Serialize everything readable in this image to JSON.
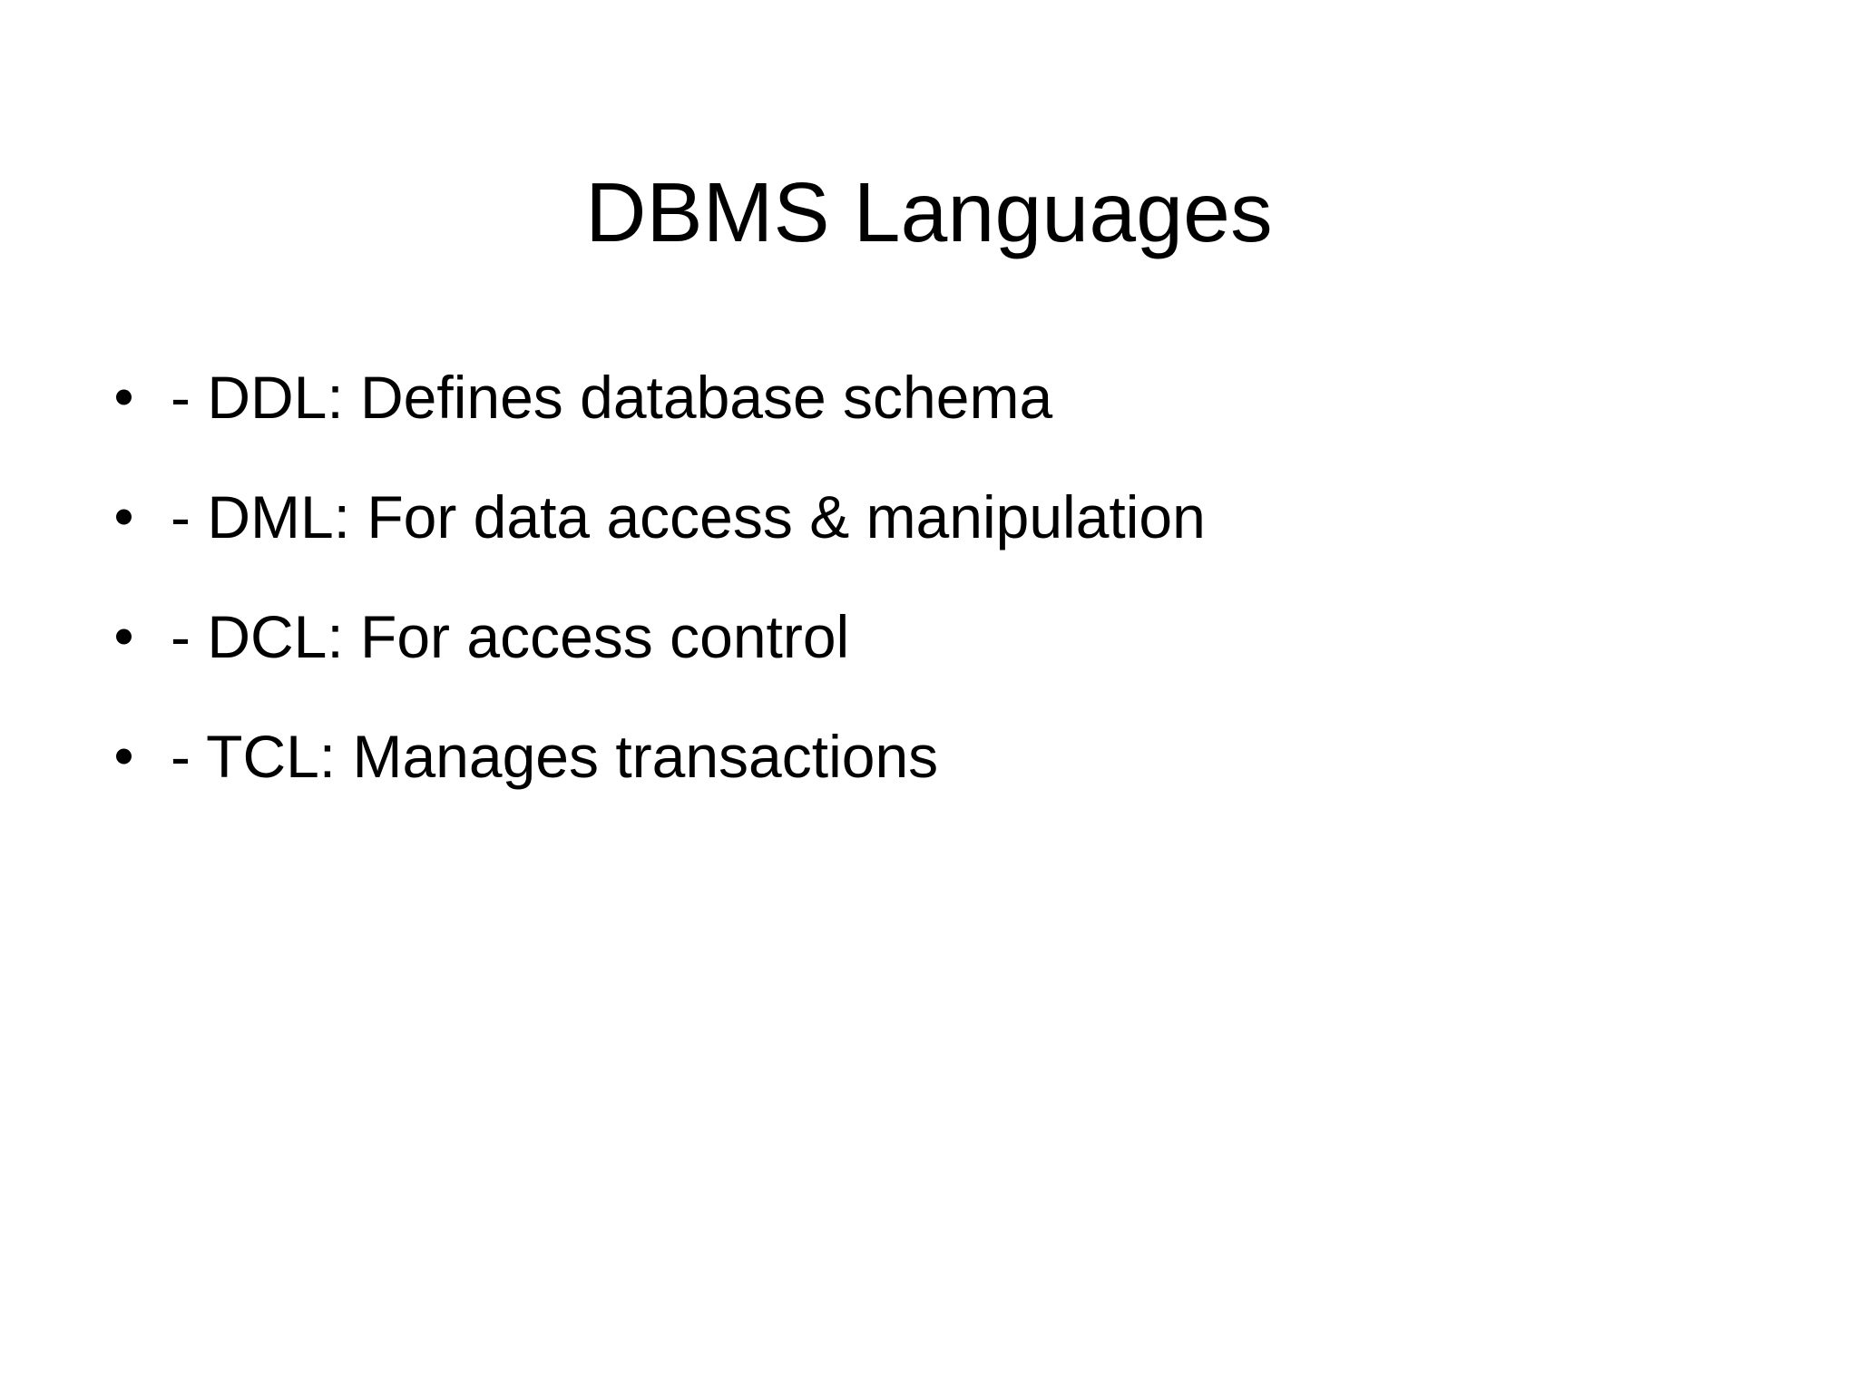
{
  "slide": {
    "title": "DBMS Languages",
    "background_color": "#ffffff",
    "text_color": "#000000",
    "bullets": [
      {
        "bullet_glyph": "bullet-dot",
        "text": "- DDL: Defines database schema"
      },
      {
        "bullet_glyph": "bullet-dot",
        "text": "- DML: For data access & manipulation"
      },
      {
        "bullet_glyph": "bullet-dot",
        "text": "- DCL: For access control"
      },
      {
        "bullet_glyph": "bullet-dot",
        "text": "- TCL: Manages transactions"
      }
    ]
  }
}
